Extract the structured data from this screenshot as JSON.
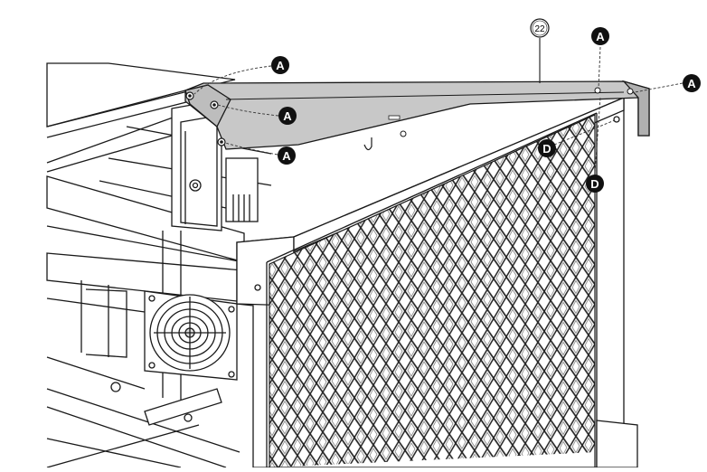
{
  "diagram": {
    "part_number": "22",
    "callout_labels": {
      "a1": "A",
      "a2": "A",
      "a3": "A",
      "a4": "A",
      "a5": "A",
      "d1": "D",
      "d2": "D"
    },
    "colors": {
      "bracket_fill": "#c8c8c8",
      "line": "#1a1a1a",
      "callout_fill": "#111111",
      "callout_text": "#ffffff"
    }
  }
}
